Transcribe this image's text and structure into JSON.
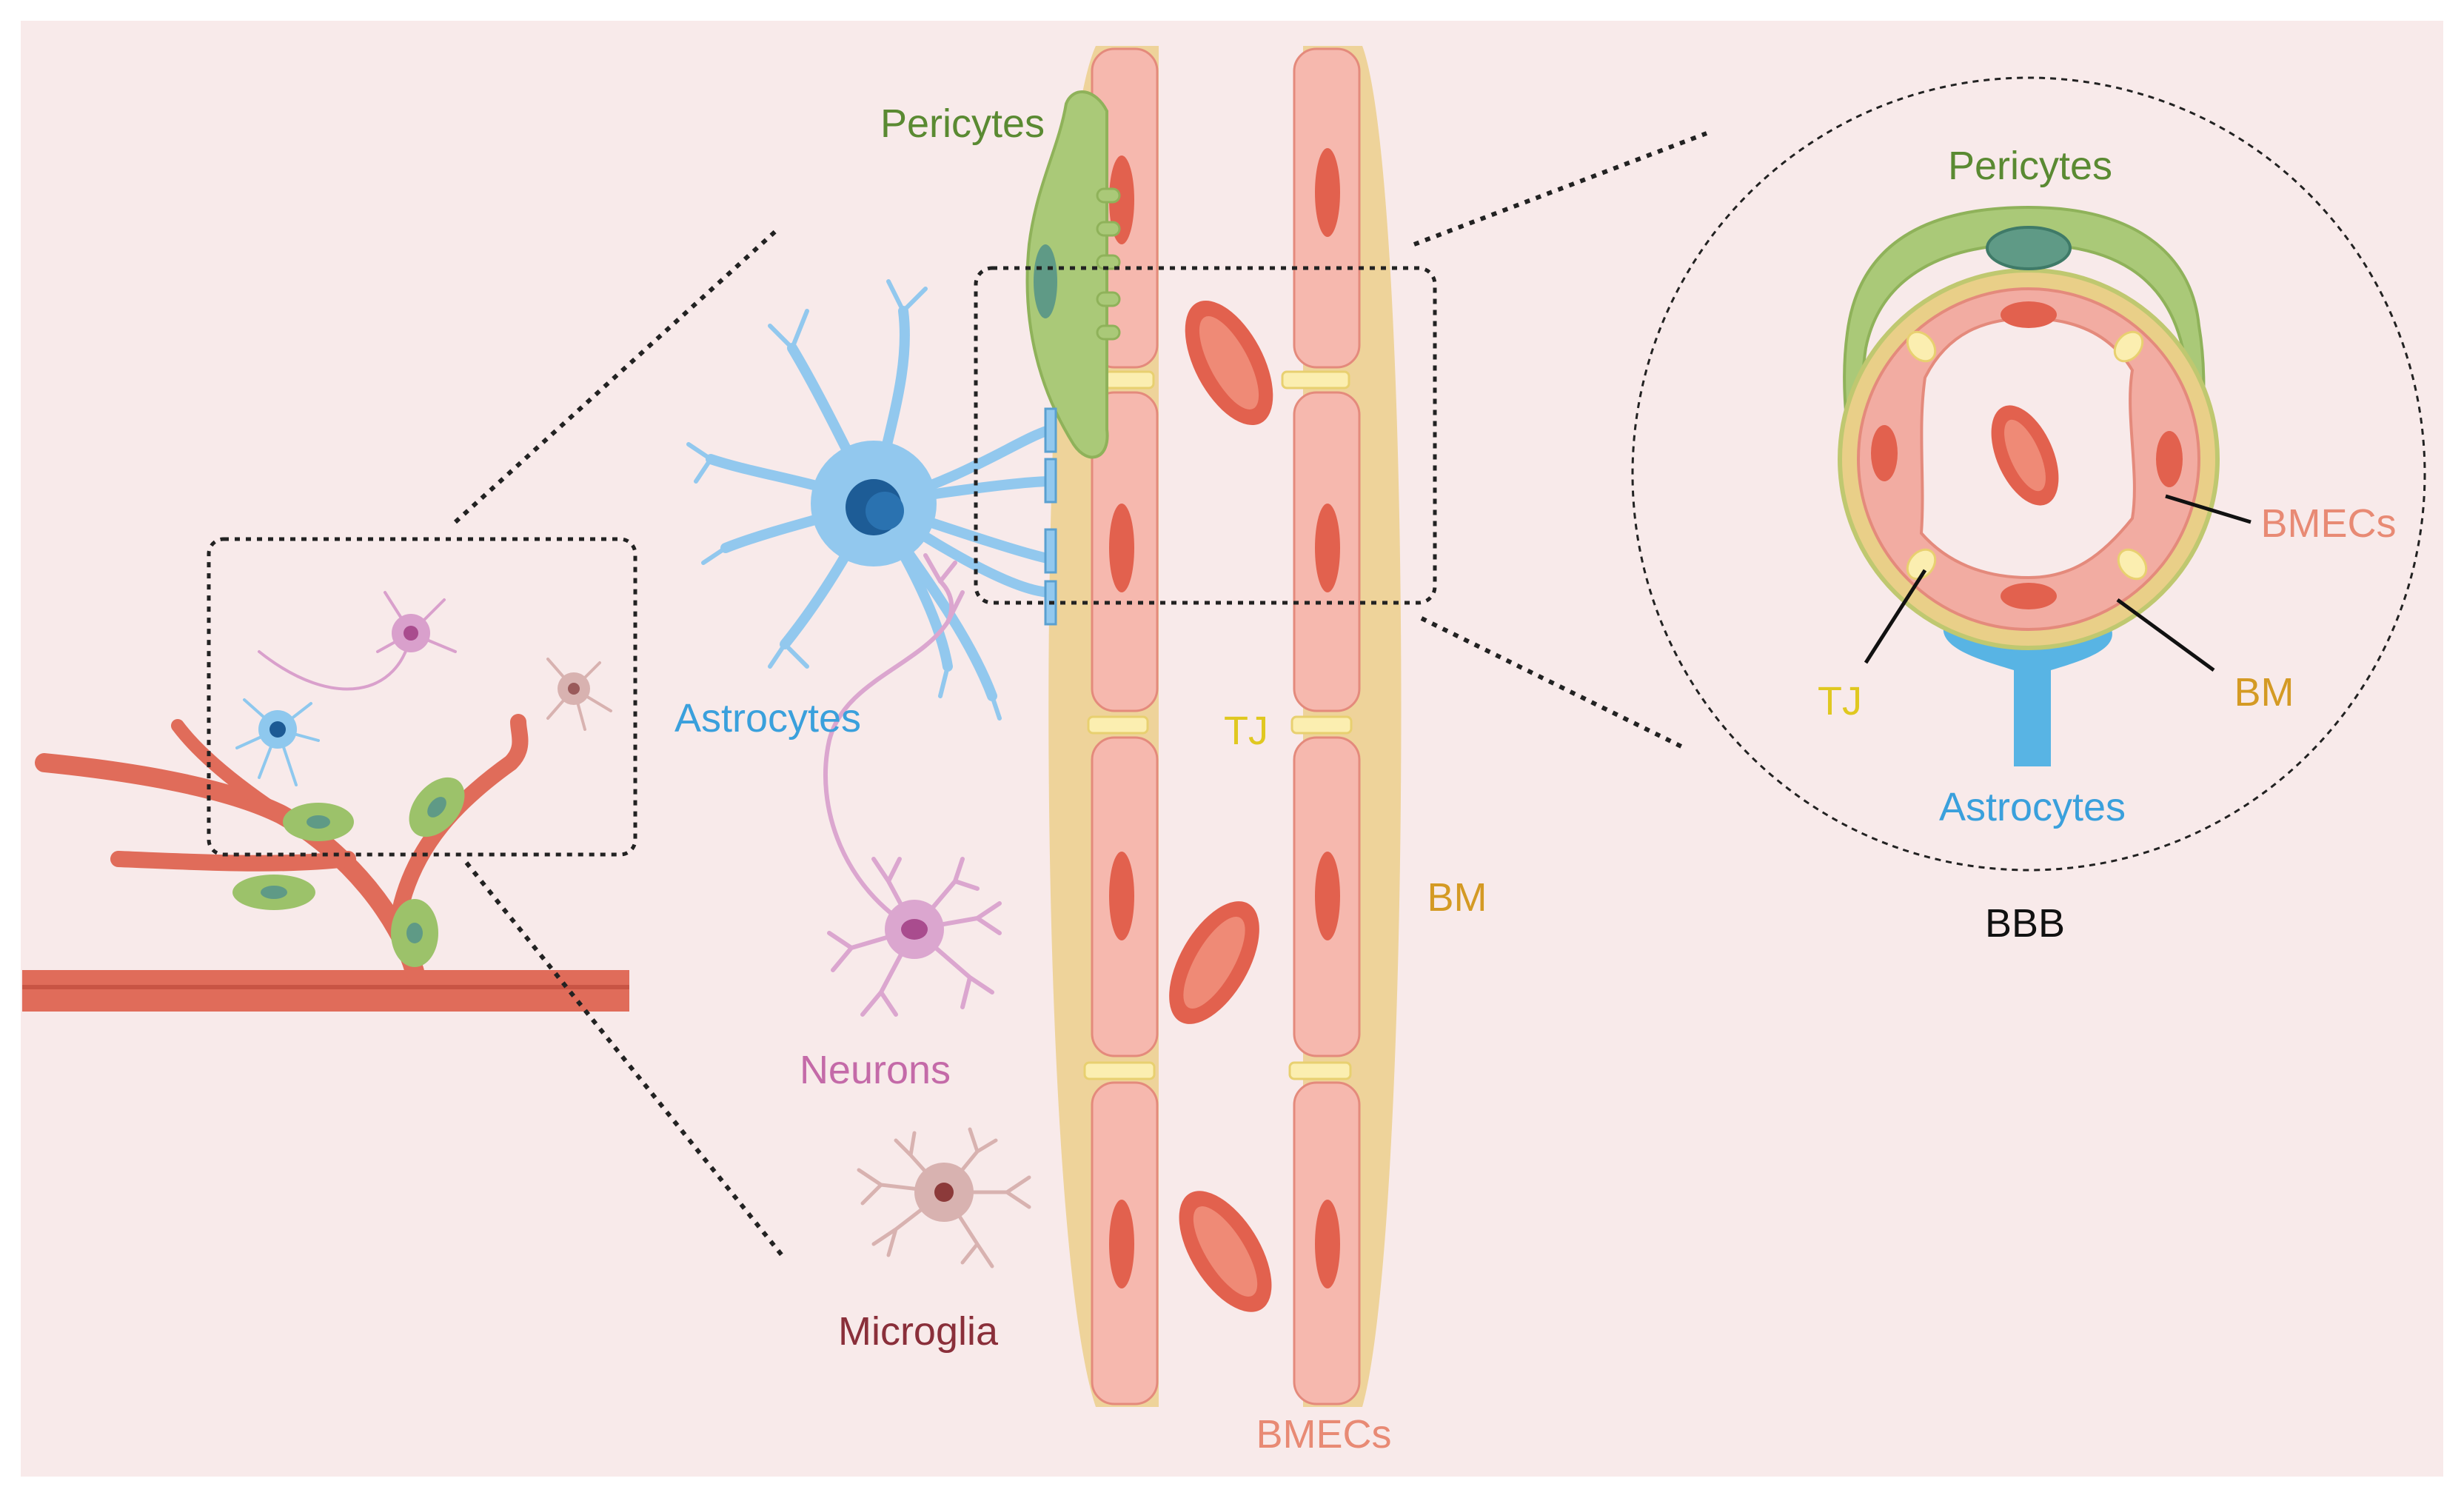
{
  "labels": {
    "pericytes_mid": "Pericytes",
    "astrocytes_mid": "Astrocytes",
    "neurons": "Neurons",
    "microglia": "Microglia",
    "tj_mid": "TJ",
    "bm_mid": "BM",
    "bmecs_mid": "BMECs",
    "pericytes_circle": "Pericytes",
    "bmecs_circle": "BMECs",
    "tj_circle": "TJ",
    "bm_circle": "BM",
    "astrocytes_circle": "Astrocytes",
    "bbb": "BBB"
  },
  "colors": {
    "background": "#f8eaea",
    "pericytes": "#5a8a32",
    "astrocytes": "#3aa0dc",
    "neurons": "#c46aa8",
    "microglia": "#8a2f3a",
    "tj": "#e0c820",
    "bm": "#d49a24",
    "bmecs": "#e88a74",
    "vessel": "#e06c5a",
    "text_dark": "#111111"
  }
}
